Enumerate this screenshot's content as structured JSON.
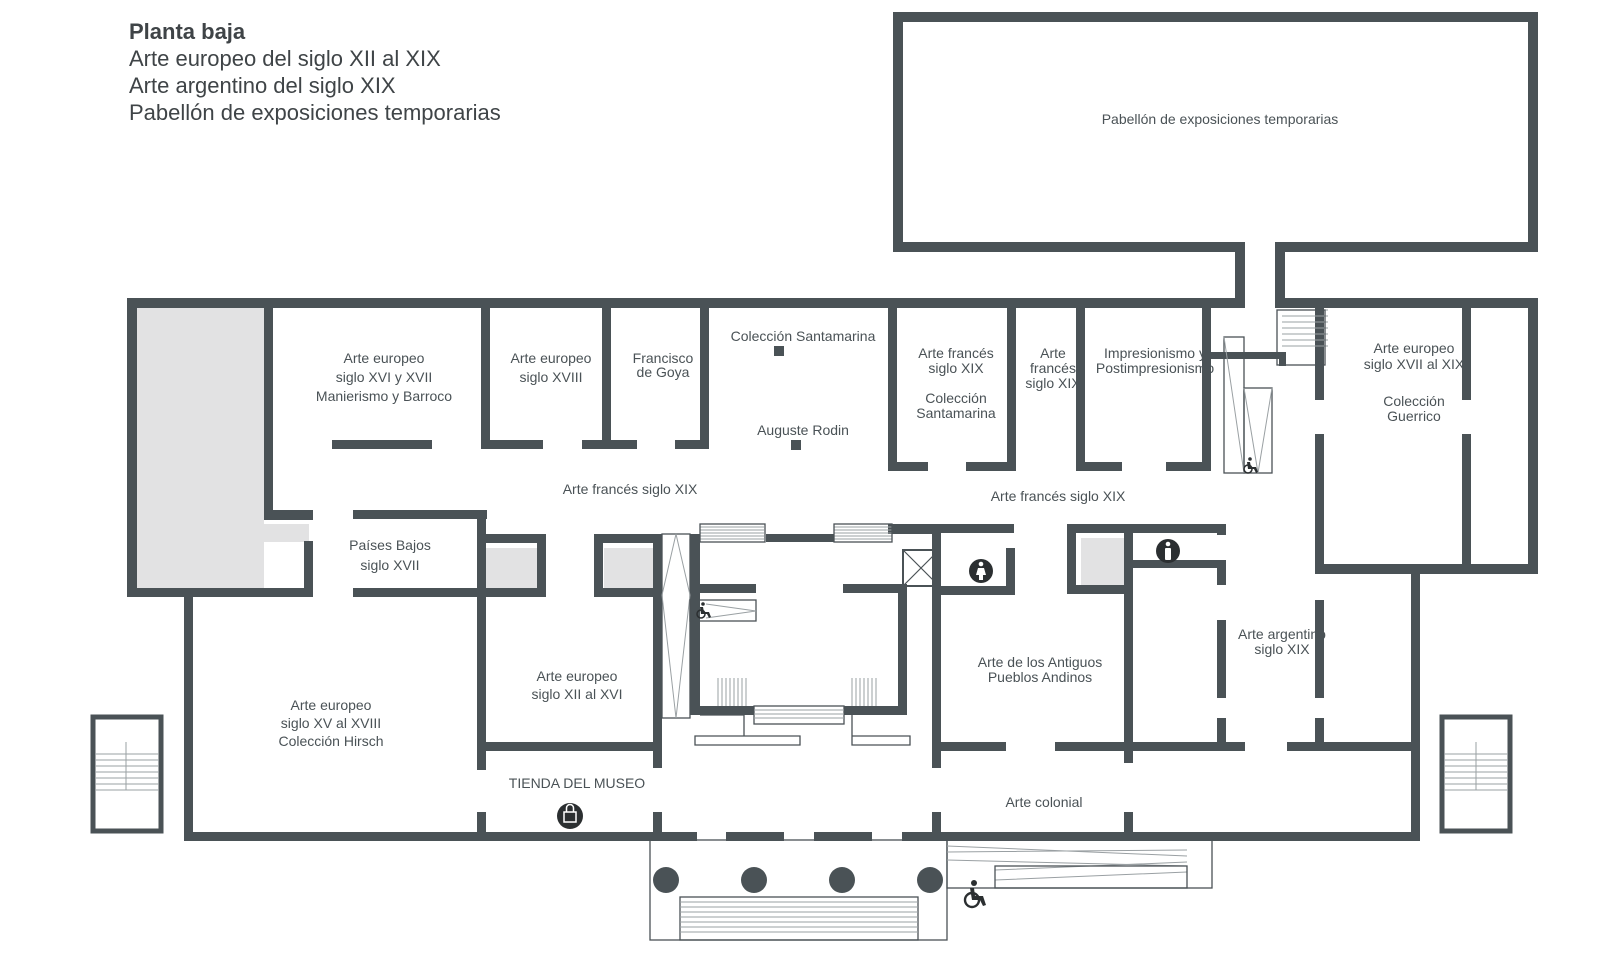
{
  "legend": {
    "title": "Planta baja",
    "lines": [
      "Arte europeo del siglo XII al XIX",
      "Arte argentino del siglo XIX",
      "Pabellón de exposiciones temporarias"
    ]
  },
  "rooms": {
    "pabellon": "Pabellón de exposiciones temporarias",
    "europeo_xvi_xvii": [
      "Arte europeo",
      "siglo XVI y XVII",
      "Manierismo y Barroco"
    ],
    "europeo_xviii": [
      "Arte europeo",
      "siglo XVIII"
    ],
    "goya": [
      "Francisco",
      "de Goya"
    ],
    "santamarina": "Colección Santamarina",
    "rodin": "Auguste Rodin",
    "frances_santamarina": [
      "Arte francés",
      "siglo XIX",
      "Colección",
      "Santamarina"
    ],
    "frances_small": [
      "Arte",
      "francés",
      "siglo XIX"
    ],
    "impresionismo": [
      "Impresionismo y",
      "Postimpresionismo"
    ],
    "europeo_xvii_guerrico": [
      "Arte europeo",
      "siglo XVII al XIX",
      "Colección",
      "Guerrico"
    ],
    "frances_hall_1": "Arte francés siglo XIX",
    "frances_hall_2": "Arte francés siglo XIX",
    "paises_bajos": [
      "Países Bajos",
      "siglo XVII"
    ],
    "europeo_xv_xviii": [
      "Arte europeo",
      "siglo XV al XVIII",
      "Colección Hirsch"
    ],
    "europeo_xii_xvi": [
      "Arte europeo",
      "siglo XII al XVI"
    ],
    "tienda": "TIENDA DEL MUSEO",
    "andinos": [
      "Arte de los Antiguos",
      "Pueblos Andinos"
    ],
    "argentino": [
      "Arte argentino",
      "siglo XIX"
    ],
    "colonial": "Arte colonial"
  },
  "icons": [
    "wheelchair-icon",
    "restroom-women-icon",
    "restroom-men-icon",
    "shopping-bag-icon",
    "elevator-icon",
    "stairs-icon"
  ],
  "colors": {
    "wall": "#4a5256",
    "shade": "#e2e2e3",
    "text": "#4a5256"
  }
}
